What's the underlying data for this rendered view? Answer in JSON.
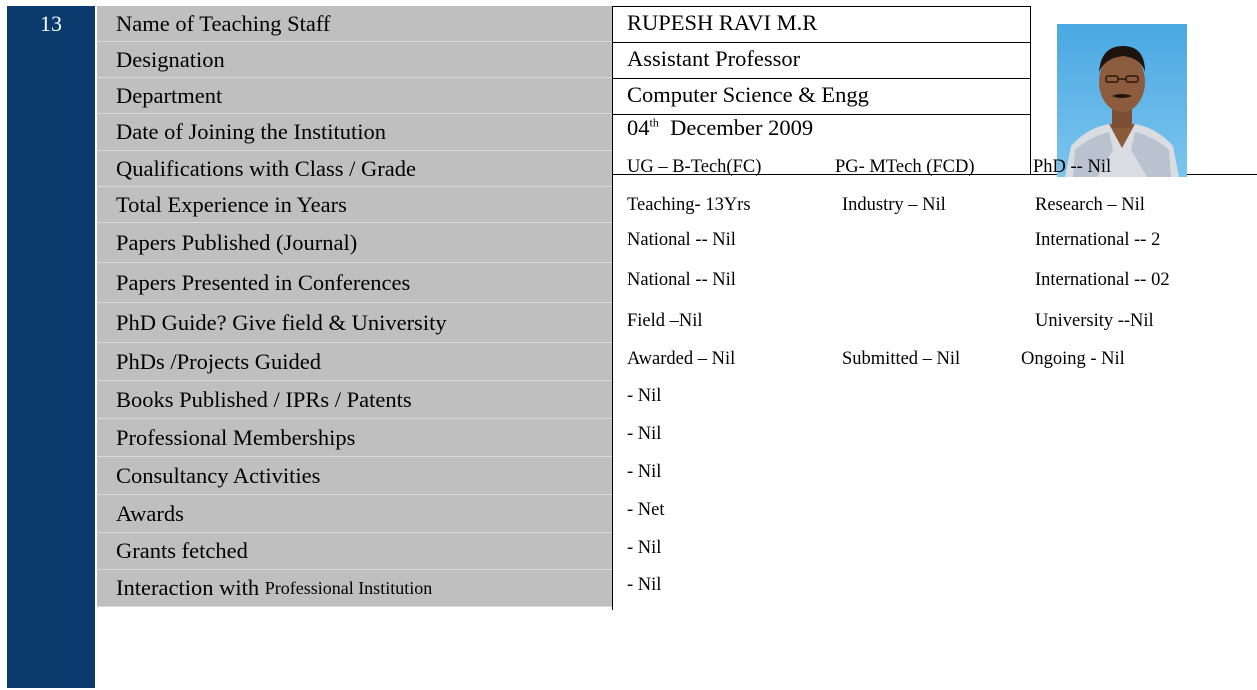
{
  "serial_no": "13",
  "labels": [
    "Name of Teaching Staff",
    "Designation",
    "Department",
    "Date of Joining the Institution",
    "Qualifications with Class / Grade",
    "Total Experience in Years",
    "Papers Published (Journal)",
    "Papers Presented in Conferences",
    "PhD Guide? Give field & University",
    "PhDs /Projects Guided",
    "Books Published / IPRs / Patents",
    "Professional Memberships",
    "Consultancy Activities",
    "Awards",
    "Grants fetched"
  ],
  "interaction_label": {
    "main": "Interaction with",
    "small": "Professional Institution"
  },
  "name": "RUPESH RAVI M.R",
  "designation": "Assistant Professor",
  "department": "Computer Science & Engg",
  "joining": {
    "day": "04",
    "suffix": "th",
    "rest": "December  2009"
  },
  "qualifications": {
    "ug": "UG – B-Tech(FC)",
    "pg": "PG- MTech (FCD)",
    "phd": "PhD --  Nil"
  },
  "experience": {
    "teaching": "Teaching- 13Yrs",
    "industry": "Industry – Nil",
    "research": "Research – Nil"
  },
  "papers_published": {
    "national": "National  -- Nil",
    "international": "International -- 2"
  },
  "papers_presented": {
    "national": "National -- Nil",
    "international": "International -- 02"
  },
  "phd_guide": {
    "field": "Field –Nil",
    "university": "University --Nil"
  },
  "phds_guided": {
    "awarded": "Awarded – Nil",
    "submitted": "Submitted – Nil",
    "ongoing": "Ongoing - Nil"
  },
  "books": "- Nil",
  "memberships": "- Nil",
  "consultancy": "- Nil",
  "awards": "- Net",
  "grants": "- Nil",
  "interaction": "- Nil"
}
